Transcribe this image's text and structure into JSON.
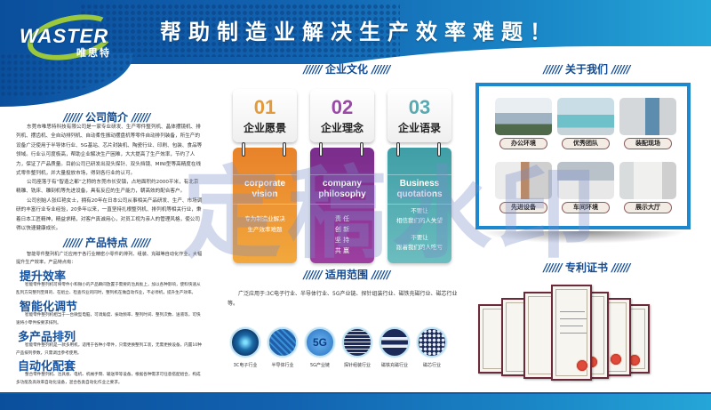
{
  "header": {
    "logo_text": "WASTER",
    "logo_sub": "唯思特",
    "title": "帮助制造业解决生产效率难题！"
  },
  "sections": {
    "intro_title": "公司简介",
    "features_title": "产品特点",
    "culture_title": "企业文化",
    "about_title": "关于我们",
    "scope_title": "适用范围",
    "patent_title": "专利证书",
    "slashes": "//////"
  },
  "intro": {
    "paragraphs": [
      "东莞市唯思特科技有限公司是一家专业研发、生产零件整列机、晶体摆镜机、排列机、摆齿机、全自动排列机、自动柔性振动摆盘机等零件自动排列装备，所生产的设备广泛使用于半导体行业、5G基站、芯片封装机、陶瓷行业、印刷、包装、食品等领域。行业认可度极高，帮助企业解决生产困难，大大提高了生产效率，节约了人力，保证了产品质量。目前公司已研发出双头探针、双头挡镜、MINI型等高精度在线式零件整列机，并大量投放市场，得到各行业的认可。",
      "公司座落于有“智造之都”之称的东莞市长安镇，占地面积约2000平米，有北京精雕、铣床、雕刻机等先进设备，具有反应的生产能力，朝高效的配合客户。",
      "公司创始人张红艳女士，拥有20年在日本公司从事相关产品研发、生产、市场调研的丰富行业专业经验，20多年以来，一直坚持扎根整列机、排列机等相关行业，秉着日本工匠精神，精益求精，对客户真诚用心，对员工视为亲人的管理风格，使公司得以快速健康成长。"
    ]
  },
  "features": {
    "intro": "智能零件整列机广泛应用于各行业精密小零件的排列、组装、充磁等自动化作业，大幅提升生产效率，产品特点有：",
    "items": [
      {
        "title": "提升效率",
        "text": "智能零件整列机可将零件小和微小的产品瞬间放置于需要的治具板上，加以各种影响，使料快速从乱列方向整列至目的、在组立、检查作业的同时，整列机在做自动作业，不必停机，提升生产效率。"
      },
      {
        "title": "智能化调节",
        "text": "智能零件整列机相当于一台微型电脑，可调角度、振动频率、整列时间、整列次数、送液等，可快速将小零件按要求排列。"
      },
      {
        "title": "多产品排列",
        "text": "智能零件整列机是一款多用机，适用于各种小零件，只需更换整列工装，无需更换设备，内置10种产品排列参数，只需调出参考使用。"
      },
      {
        "title": "自动化配套",
        "text": "整合零件整列机、治具板、电机、机械手臂、输送带等设备，根据各种需求可任意搭配组合，构成多功能及高效率自动化设备，混合各类自动化作业之要求。"
      }
    ]
  },
  "culture": {
    "cards": [
      {
        "num": "01",
        "name": "企业愿景",
        "en": "corporate vision",
        "cn": [
          "专为制造业解决",
          "生产效率难题"
        ],
        "color": "#e8963a"
      },
      {
        "num": "02",
        "name": "企业理念",
        "en": "company philosophy",
        "cn": [
          "责 任",
          "创 新",
          "坚 持",
          "共 赢"
        ],
        "color": "#8e3a9c"
      },
      {
        "num": "03",
        "name": "企业语录",
        "en": "Business quotations",
        "cn": [
          "不要让",
          "相信我们的人失望",
          "",
          "不要让",
          "跟着我们的人吃亏"
        ],
        "color": "#4fa8ad"
      }
    ]
  },
  "about": {
    "photos": [
      {
        "label": "办公环境"
      },
      {
        "label": "优秀团队"
      },
      {
        "label": "装配现场"
      },
      {
        "label": "先进设备"
      },
      {
        "label": "车间环境"
      },
      {
        "label": "展示大厅"
      }
    ]
  },
  "scope": {
    "text": "广泛应用于:3C电子行业、半导体行业、5G产业链、探针组装行业、磁铁充磁行业、磁芯行业等。",
    "icons": [
      {
        "label": "3C电子行业",
        "glyph": ""
      },
      {
        "label": "半导体行业",
        "glyph": ""
      },
      {
        "label": "5G产业链",
        "glyph": "5G"
      },
      {
        "label": "探针组装行业",
        "glyph": ""
      },
      {
        "label": "磁铁充磁行业",
        "glyph": ""
      },
      {
        "label": "磁芯行业",
        "glyph": ""
      }
    ]
  },
  "watermark": "定稿水印",
  "colors": {
    "brand_blue": "#114a93",
    "accent_green": "#9cc93b",
    "card_orange": "#e8963a",
    "card_purple": "#8e3a9c",
    "card_teal": "#4fa8ad",
    "about_border": "#1b88cf"
  }
}
